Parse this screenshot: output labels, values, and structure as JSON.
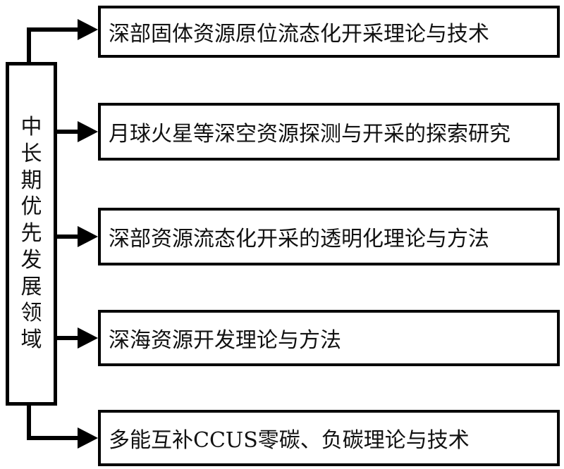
{
  "diagram": {
    "type": "flowchart",
    "orientation": "left-root-to-right-branches",
    "root": {
      "label": "中长期优先发展领域",
      "text_direction": "vertical"
    },
    "branches": [
      {
        "label": "深部固体资源原位流态化开采理论与技术"
      },
      {
        "label": "月球火星等深空资源探测与开采的探索研究"
      },
      {
        "label": "深部资源流态化开采的透明化理论与方法"
      },
      {
        "label": "深海资源开发理论与方法"
      },
      {
        "label": "多能互补CCUS零碳、负碳理论与技术"
      }
    ],
    "connector_style": "elbow-and-straight-arrows",
    "colors": {
      "line": "#000000",
      "border": "#000000",
      "background": "#ffffff",
      "text": "#111111"
    }
  }
}
